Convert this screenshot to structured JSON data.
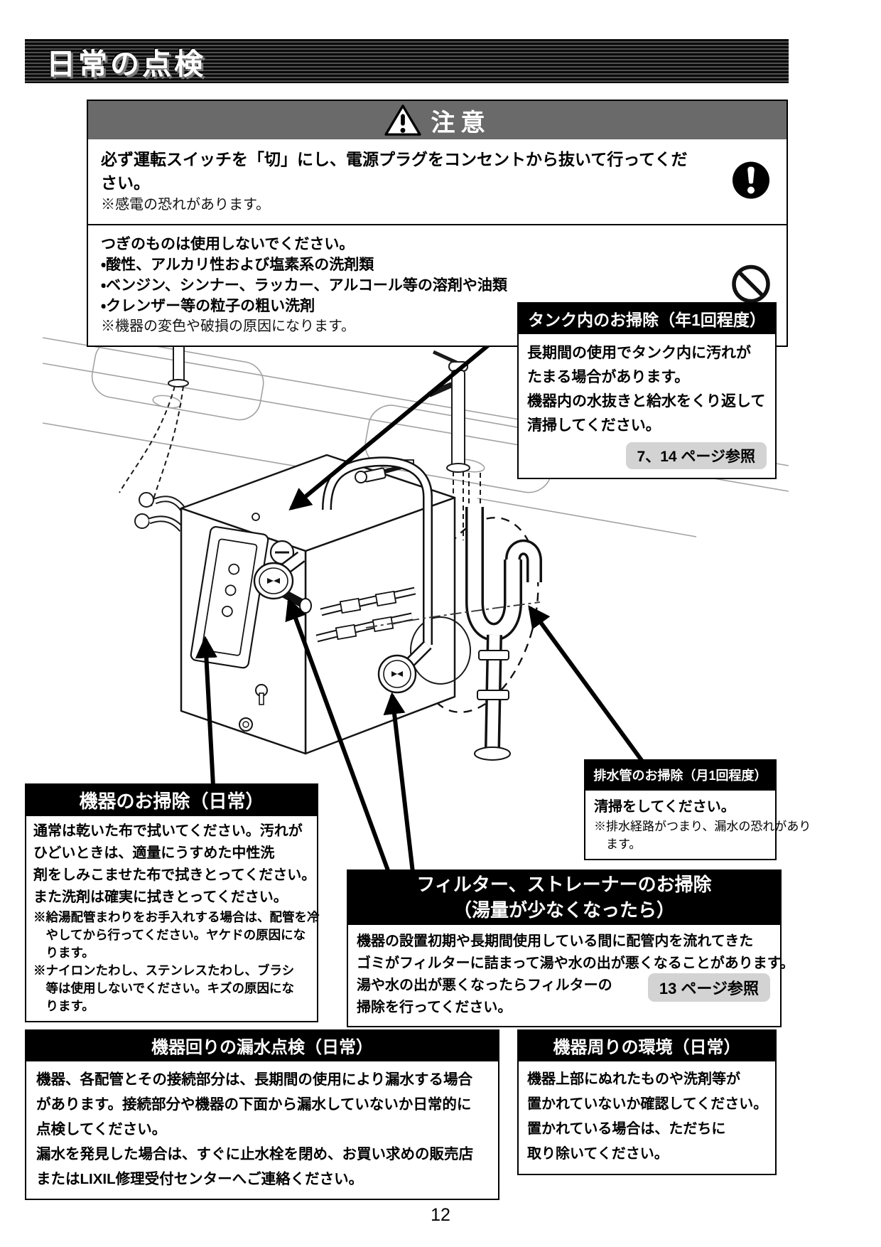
{
  "page": {
    "title": "日常の点検",
    "page_number": "12"
  },
  "caution": {
    "title": "注意",
    "electric": {
      "main": "必ず運転スイッチを「切」にし、電源プラグをコンセントから抜いて行ってください。",
      "note": "※感電の恐れがあります。"
    },
    "prohibited": {
      "lines": [
        "つぎのものは使用しないでください。",
        "・酸性、アルカリ性および塩素系の洗剤類",
        "・ベンジン、シンナー、ラッカー、アルコール等の溶剤や油類",
        "・クレンザー等の粒子の粗い洗剤"
      ],
      "note": "※機器の変色や破損の原因になります。"
    }
  },
  "tank": {
    "title": "タンク内のお掃除（年1回程度）",
    "lines": [
      "長期間の使用でタンク内に汚れが",
      "たまる場合があります。",
      "機器内の水抜きと給水をくり返して",
      "清掃してください。"
    ],
    "badge": "7、14 ページ参照"
  },
  "drain": {
    "title": "排水管のお掃除（月1回程度）",
    "main": "清掃をしてください。",
    "notes": [
      "※排水経路がつまり、漏水の恐れがあり",
      "ます。"
    ]
  },
  "device": {
    "title": "機器のお掃除（日常）",
    "lines": [
      "通常は乾いた布で拭いてください。汚れが",
      "ひどいときは、適量にうすめた中性洗",
      "剤をしみこませた布で拭きとってください。",
      "また洗剤は確実に拭きとってください。"
    ],
    "notes": [
      "※給湯配管まわりをお手入れする場合は、配管を冷",
      "やしてから行ってください。ヤケドの原因にな",
      "ります。",
      "※ナイロンたわし、ステンレスたわし、ブラシ",
      "等は使用しないでください。キズの原因にな",
      "ります。"
    ]
  },
  "filter": {
    "title1": "フィルター、ストレーナーのお掃除",
    "title2": "（湯量が少なくなったら）",
    "lines": [
      "機器の設置初期や長期間使用している間に配管内を流れてきた",
      "ゴミがフィルターに詰まって湯や水の出が悪くなることがあります。",
      "湯や水の出が悪くなったらフィルターの",
      "掃除を行ってください。"
    ],
    "badge": "13 ページ参照"
  },
  "leak": {
    "title": "機器回りの漏水点検（日常）",
    "lines": [
      "機器、各配管とその接続部分は、長期間の使用により漏水する場合",
      "があります。接続部分や機器の下面から漏水していないか日常的に",
      "点検してください。",
      "漏水を発見した場合は、すぐに止水栓を閉め、お買い求めの販売店",
      "またはLIXIL修理受付センターへご連絡ください。"
    ]
  },
  "environment": {
    "title": "機器周りの環境（日常）",
    "lines": [
      "機器上部にぬれたものや洗剤等が",
      "置かれていないか確認してください。",
      "置かれている場合は、ただちに",
      "取り除いてください。"
    ]
  }
}
